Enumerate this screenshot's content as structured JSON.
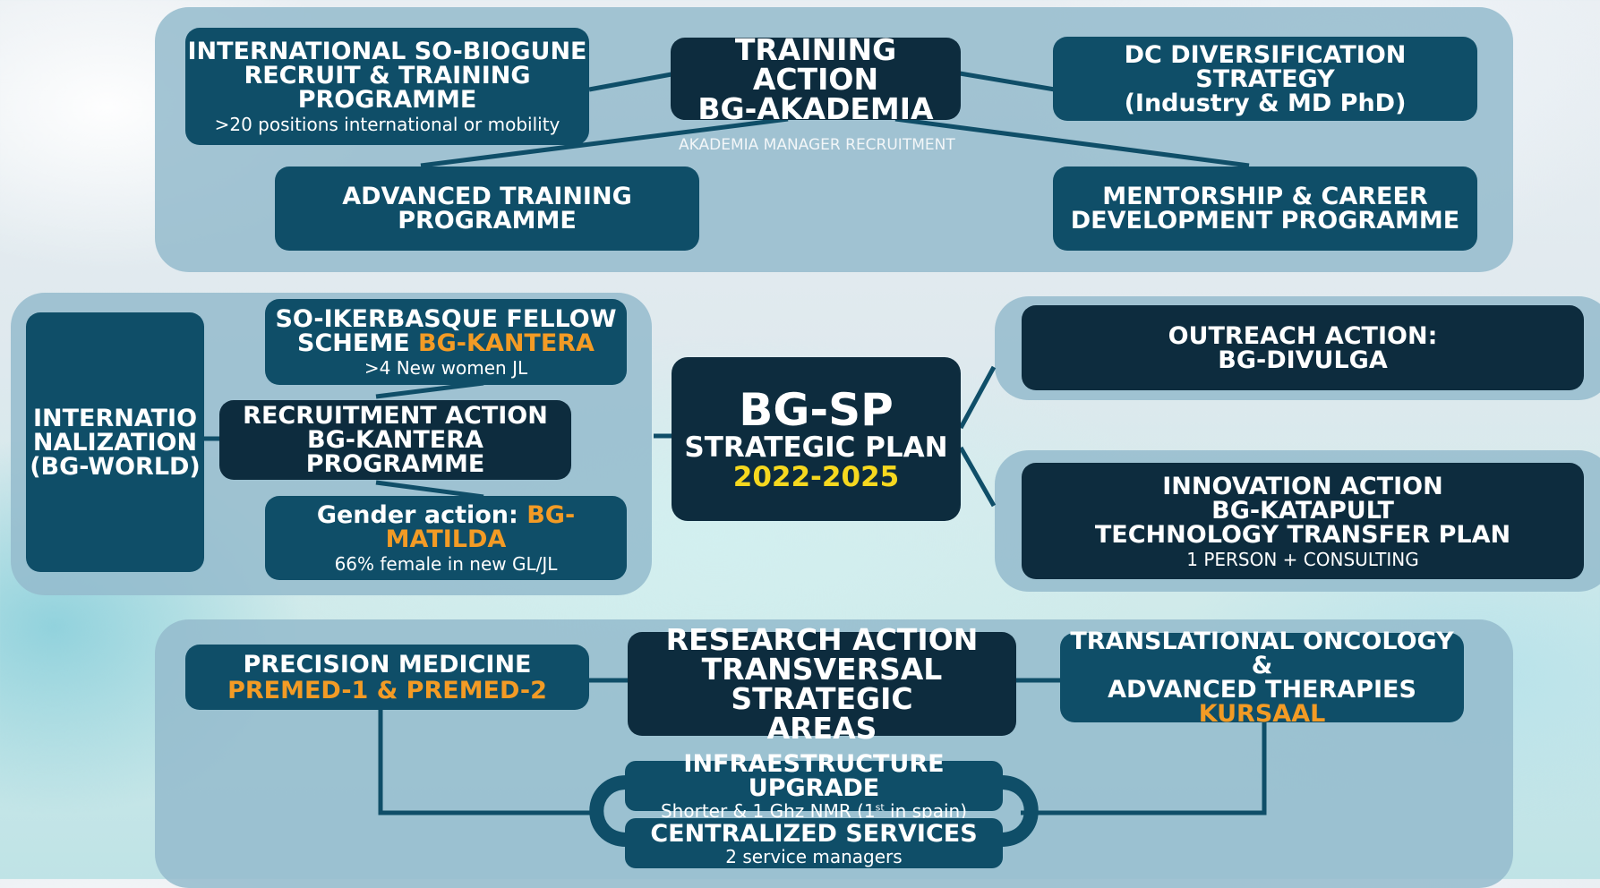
{
  "top": {
    "international_recruit": {
      "title_lines": [
        "INTERNATIONAL SO-BIOGUNE",
        "RECRUIT & TRAINING",
        "PROGRAMME"
      ],
      "sub": ">20 positions international or mobility"
    },
    "training_action": {
      "title_lines": [
        "TRAINING ACTION",
        "BG-AKADEMIA"
      ]
    },
    "akademia_label": "AKADEMIA MANAGER RECRUITMENT",
    "dc_diversification": {
      "title_lines": [
        "DC DIVERSIFICATION STRATEGY",
        "(Industry & MD PhD)"
      ]
    },
    "advanced_training": {
      "title_lines": [
        "ADVANCED TRAINING",
        "PROGRAMME"
      ]
    },
    "mentorship": {
      "title_lines": [
        "MENTORSHIP & CAREER",
        "DEVELOPMENT PROGRAMME"
      ]
    }
  },
  "left": {
    "internationalization": {
      "title_lines": [
        "INTERNATIO",
        "NALIZATION",
        "(BG-WORLD)"
      ]
    },
    "fellow_scheme": {
      "line1": "SO-IKERBASQUE FELLOW",
      "line2_prefix": "SCHEME ",
      "line2_highlight": "BG-KANTERA",
      "sub": ">4 New women JL"
    },
    "recruitment_action": {
      "title_lines": [
        "RECRUITMENT ACTION",
        "BG-KANTERA PROGRAMME"
      ]
    },
    "gender_action": {
      "prefix": "Gender action: ",
      "highlight": "BG-MATILDA",
      "sub": "66% female in new GL/JL"
    }
  },
  "center": {
    "title": "BG-SP",
    "subtitle": "STRATEGIC PLAN",
    "years": "2022-2025"
  },
  "right": {
    "outreach": {
      "title_lines": [
        "OUTREACH ACTION:",
        "BG-DIVULGA"
      ]
    },
    "innovation": {
      "title_lines": [
        "INNOVATION ACTION",
        "BG-KATAPULT",
        "TECHNOLOGY TRANSFER PLAN"
      ],
      "sub": "1 PERSON + CONSULTING"
    }
  },
  "bottom": {
    "precision_medicine": {
      "title": "PRECISION MEDICINE",
      "highlight": "PREMED-1 & PREMED-2"
    },
    "research_action": {
      "title_lines": [
        "RESEARCH ACTION",
        "TRANSVERSAL STRATEGIC",
        "AREAS"
      ]
    },
    "translational": {
      "title_lines": [
        "TRANSLATIONAL ONCOLOGY &",
        "ADVANCED THERAPIES"
      ],
      "highlight": "KURSAAL"
    },
    "infrastructure": {
      "title": "INFRAESTRUCTURE UPGRADE",
      "sub_before": "Shorter & 1 Ghz NMR (1",
      "sub_sup": "st",
      "sub_after": " in spain)"
    },
    "centralized": {
      "title": "CENTRALIZED SERVICES",
      "sub": "2 service managers"
    }
  },
  "colors": {
    "panel": "#94bbcc",
    "box_mid": "#0f4e68",
    "box_dark": "#0d2c3e",
    "connector": "#0f4e68",
    "highlight_orange": "#f39b25",
    "highlight_yellow": "#f6d81f"
  }
}
